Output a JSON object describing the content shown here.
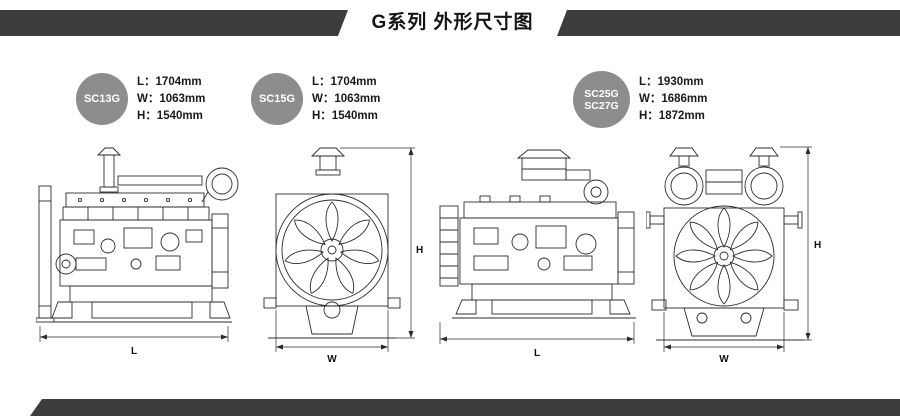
{
  "colors": {
    "bar": "#3d3d3d",
    "badge": "#8d8d8d",
    "line": "#2c2c2c",
    "text": "#1a1a1a"
  },
  "header": {
    "title": "G系列 外形尺寸图"
  },
  "specs": [
    {
      "model_lines": [
        "SC13G"
      ],
      "dims": [
        "L：1704mm",
        "W：1063mm",
        "H：1540mm"
      ]
    },
    {
      "model_lines": [
        "SC15G"
      ],
      "dims": [
        "L：1704mm",
        "W：1063mm",
        "H：1540mm"
      ]
    },
    {
      "model_lines": [
        "SC25G",
        "SC27G"
      ],
      "dims": [
        "L：1930mm",
        "W：1686mm",
        "H：1872mm"
      ]
    }
  ],
  "drawings": {
    "inline_side": {
      "length_label": "L"
    },
    "inline_front": {
      "width_label": "W",
      "height_label": "H"
    },
    "v_side": {
      "length_label": "L"
    },
    "v_front": {
      "width_label": "W",
      "height_label": "H"
    }
  }
}
